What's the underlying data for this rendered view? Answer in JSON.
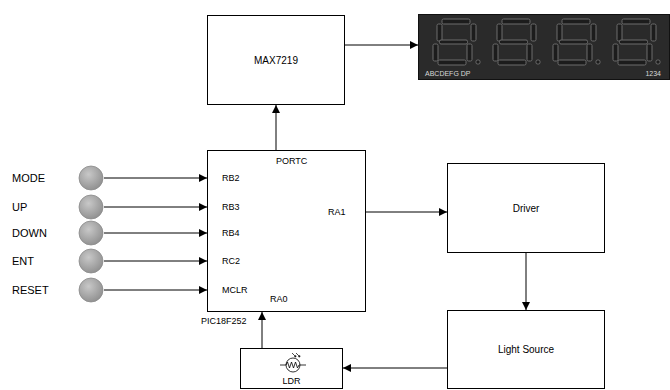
{
  "diagram": {
    "nodes": [
      {
        "text": [
          "MAX7219"
        ]
      },
      {
        "text": [
          "ABCDEFG DP",
          "1234"
        ]
      },
      {
        "text": [
          "MODE"
        ]
      },
      {
        "text": [
          "UP"
        ]
      },
      {
        "text": [
          "DOWN"
        ]
      },
      {
        "text": [
          "ENT"
        ]
      },
      {
        "text": [
          "RESET"
        ]
      },
      {
        "text": [
          "PORTC",
          "RB2",
          "RB3",
          "RB4",
          "RC2",
          "MCLR",
          "RA1",
          "RA0",
          "PIC18F252"
        ]
      },
      {
        "text": [
          "Driver"
        ]
      },
      {
        "text": [
          "Light Source"
        ]
      },
      {
        "text": [
          "LDR"
        ]
      }
    ],
    "edges": [
      {
        "from": 7,
        "to": 0,
        "arrow": "to"
      },
      {
        "from": 0,
        "to": 1,
        "arrow": "to"
      },
      {
        "from": 2,
        "to": 7,
        "arrow": "to"
      },
      {
        "from": 3,
        "to": 7,
        "arrow": "to"
      },
      {
        "from": 4,
        "to": 7,
        "arrow": "to"
      },
      {
        "from": 5,
        "to": 7,
        "arrow": "to"
      },
      {
        "from": 6,
        "to": 7,
        "arrow": "to"
      },
      {
        "from": 7,
        "to": 8,
        "arrow": "to"
      },
      {
        "from": 8,
        "to": 9,
        "arrow": "to"
      },
      {
        "from": 9,
        "to": 10,
        "arrow": "to"
      },
      {
        "from": 10,
        "to": 7,
        "arrow": "to"
      }
    ]
  }
}
